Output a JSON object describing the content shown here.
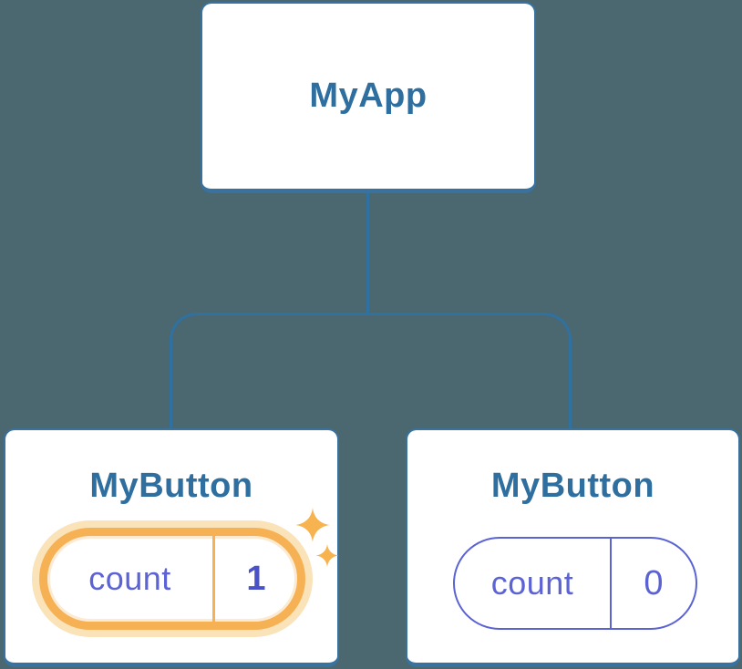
{
  "diagram": {
    "description": "React component tree showing state update",
    "background_color": "#4B6770",
    "connector_color": "#2F71A1",
    "card_border_color": "#39729F",
    "node_text_color": "#2E6F9F",
    "state_text_color": "#5C63D4",
    "highlight_color": "#F6B155",
    "highlight_halo_color": "#FAE2B9",
    "sparkle_color": "#F7B34F",
    "root": {
      "label": "MyApp"
    },
    "children": [
      {
        "label": "MyButton",
        "highlighted": true,
        "state": {
          "name": "count",
          "value": "1"
        }
      },
      {
        "label": "MyButton",
        "highlighted": false,
        "state": {
          "name": "count",
          "value": "0"
        }
      }
    ]
  }
}
